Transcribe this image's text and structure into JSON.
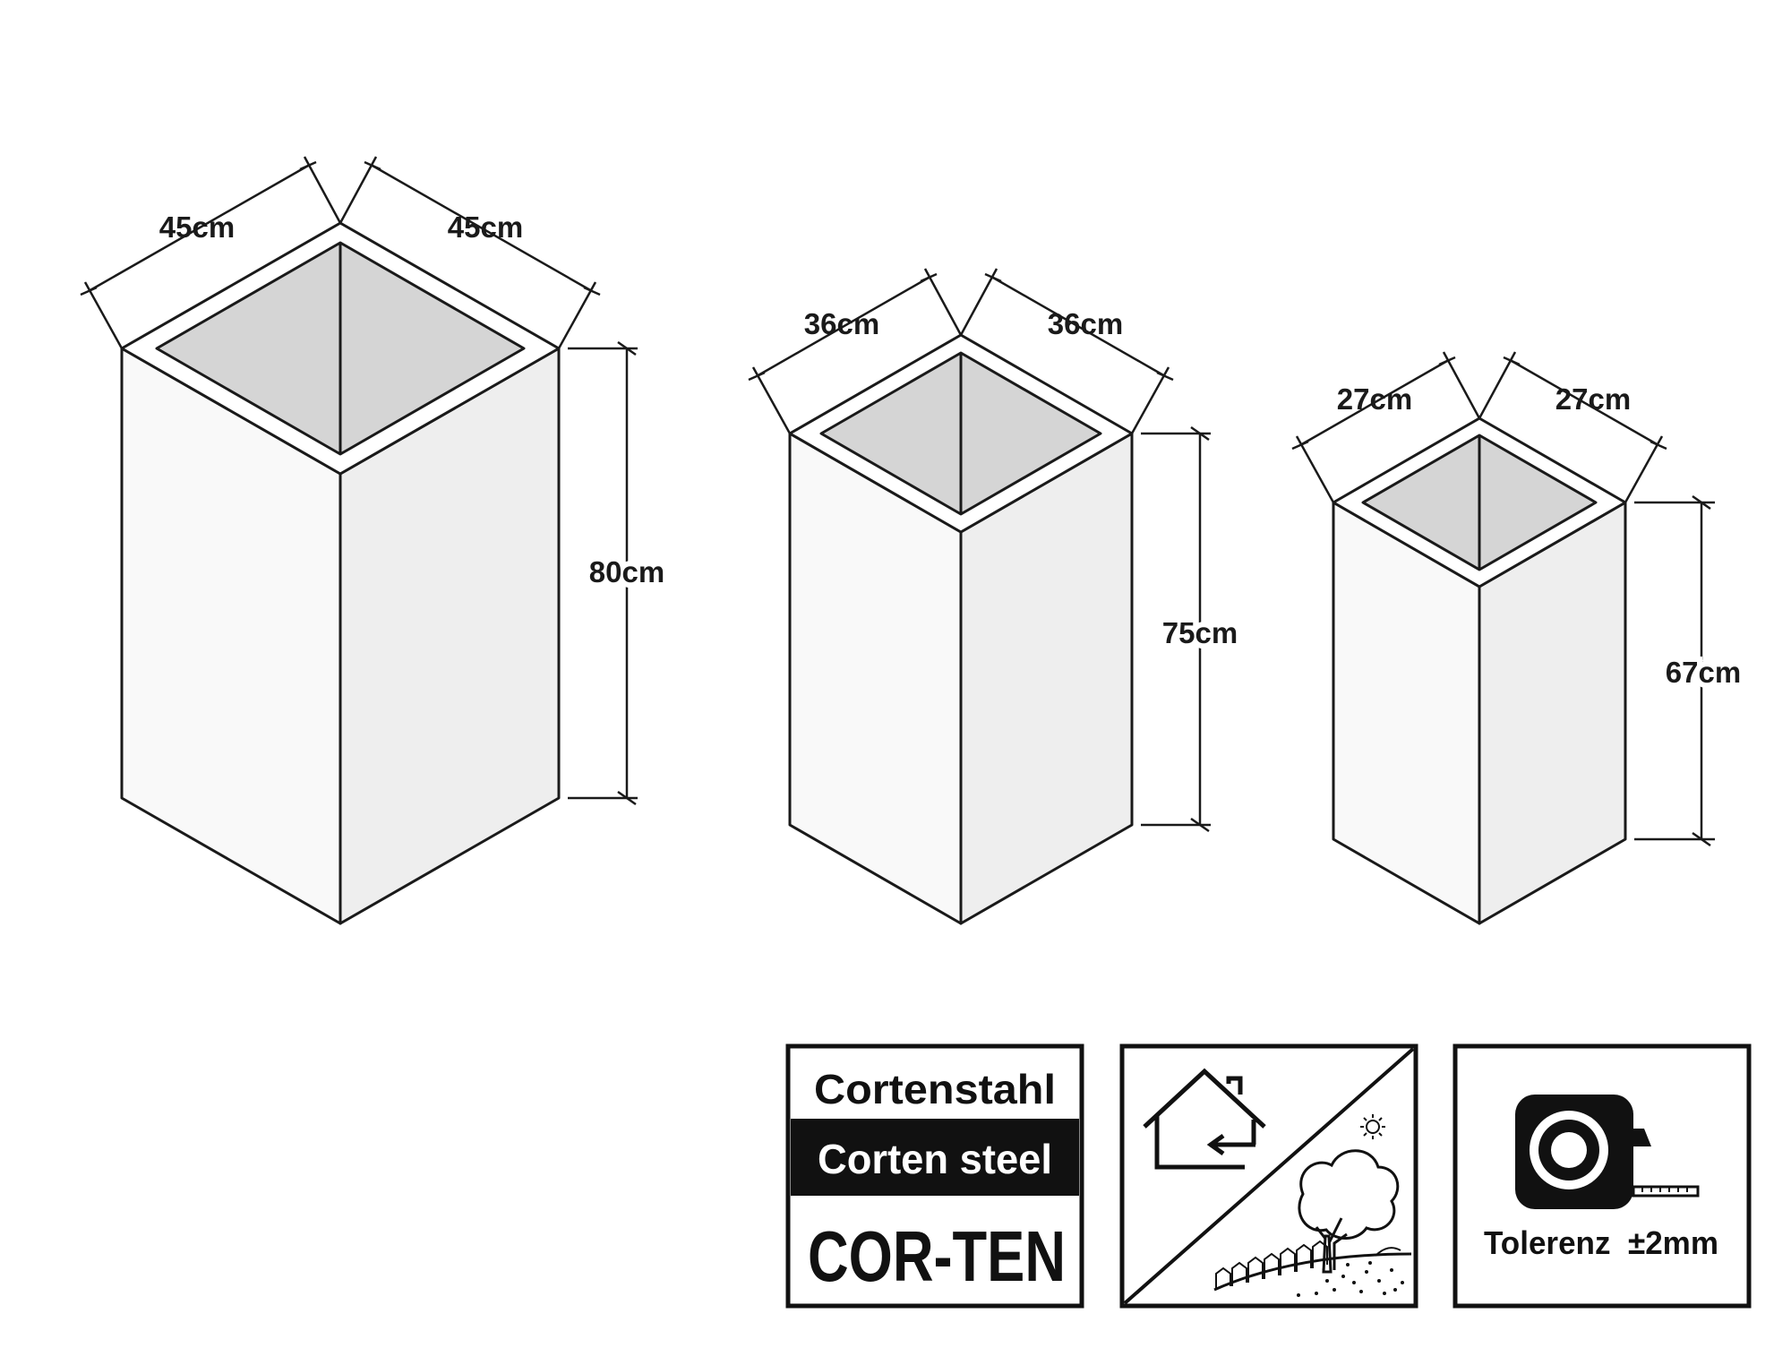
{
  "planters": [
    {
      "width": "45cm",
      "depth": "45cm",
      "height": "80cm"
    },
    {
      "width": "36cm",
      "depth": "36cm",
      "height": "75cm"
    },
    {
      "width": "27cm",
      "depth": "27cm",
      "height": "67cm"
    }
  ],
  "badges": {
    "material": {
      "line1": "Cortenstahl",
      "line2": "Corten steel",
      "line3": "COR-TEN"
    },
    "usage": {
      "indoor_icon": "house-indoor-icon",
      "outdoor_icon": "garden-tree-icon",
      "sun_icon": "sun-icon"
    },
    "tolerance": {
      "label": "Tolerenz  ±2mm",
      "icon": "tape-measure-icon"
    }
  },
  "colors": {
    "line": "#1a1a1a",
    "left_face": "#f9f9f9",
    "right_face": "#eeeeee",
    "inner": "#d5d5d5"
  }
}
